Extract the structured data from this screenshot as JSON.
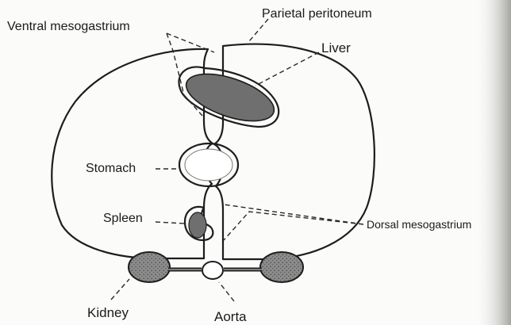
{
  "labels": {
    "ventral_mesogastrium": "Ventral mesogastrium",
    "parietal_peritoneum": "Parietal peritoneum",
    "liver": "Liver",
    "stomach": "Stomach",
    "spleen": "Spleen",
    "dorsal_mesogastrium": "Dorsal mesogastrium",
    "kidney": "Kidney",
    "aorta": "Aorta"
  },
  "colors": {
    "ink": "#1d1d1d",
    "organ_fill": "#6f6f6f",
    "kidney_fill": "#8a8a8a",
    "page_edge": "#9a9a96"
  }
}
